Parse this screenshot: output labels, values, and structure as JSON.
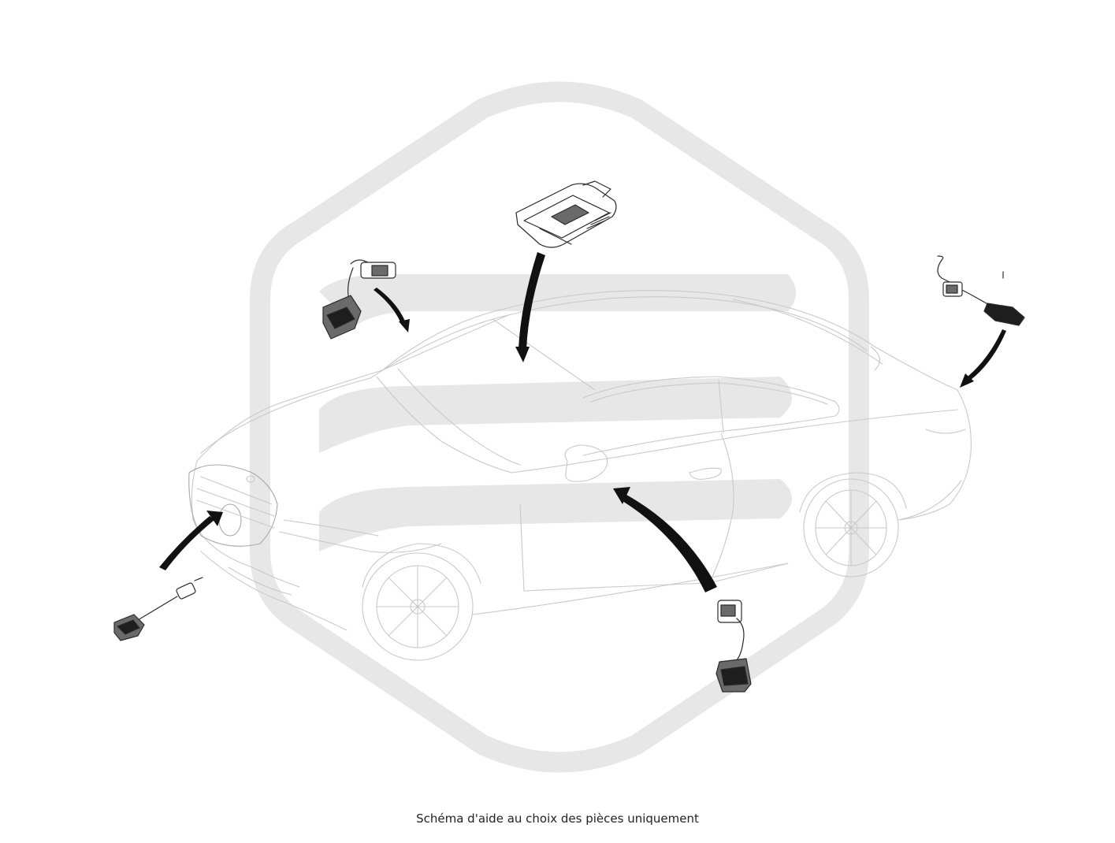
{
  "caption": "Schéma d'aide au choix des pièces uniquement",
  "colors": {
    "watermark": "#e7e7e7",
    "car_outline": "#c9c9c9",
    "parts": "#2b2b2b",
    "arrows": "#111111",
    "caption_text": "#222222"
  },
  "parts": [
    {
      "id": "control-unit",
      "icon": "control-module-icon"
    },
    {
      "id": "left-mirror-camera",
      "icon": "mirror-camera-icon"
    },
    {
      "id": "rear-camera",
      "icon": "rear-camera-icon"
    },
    {
      "id": "front-camera",
      "icon": "front-camera-icon"
    },
    {
      "id": "right-mirror-camera",
      "icon": "mirror-camera-icon"
    }
  ]
}
